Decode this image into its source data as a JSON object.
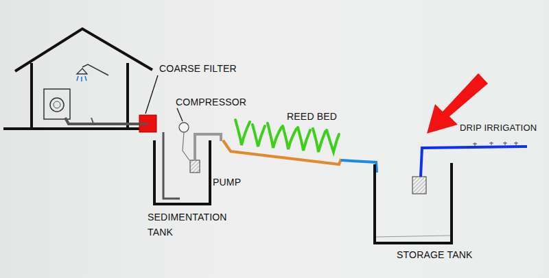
{
  "diagram": {
    "labels": [
      "COARSE FILTER",
      "COMPRESSOR",
      "REED BED",
      "PUMP",
      "SEDIMENTATION TANK",
      "DRIP IRRIGATION",
      "STORAGE TANK"
    ]
  }
}
